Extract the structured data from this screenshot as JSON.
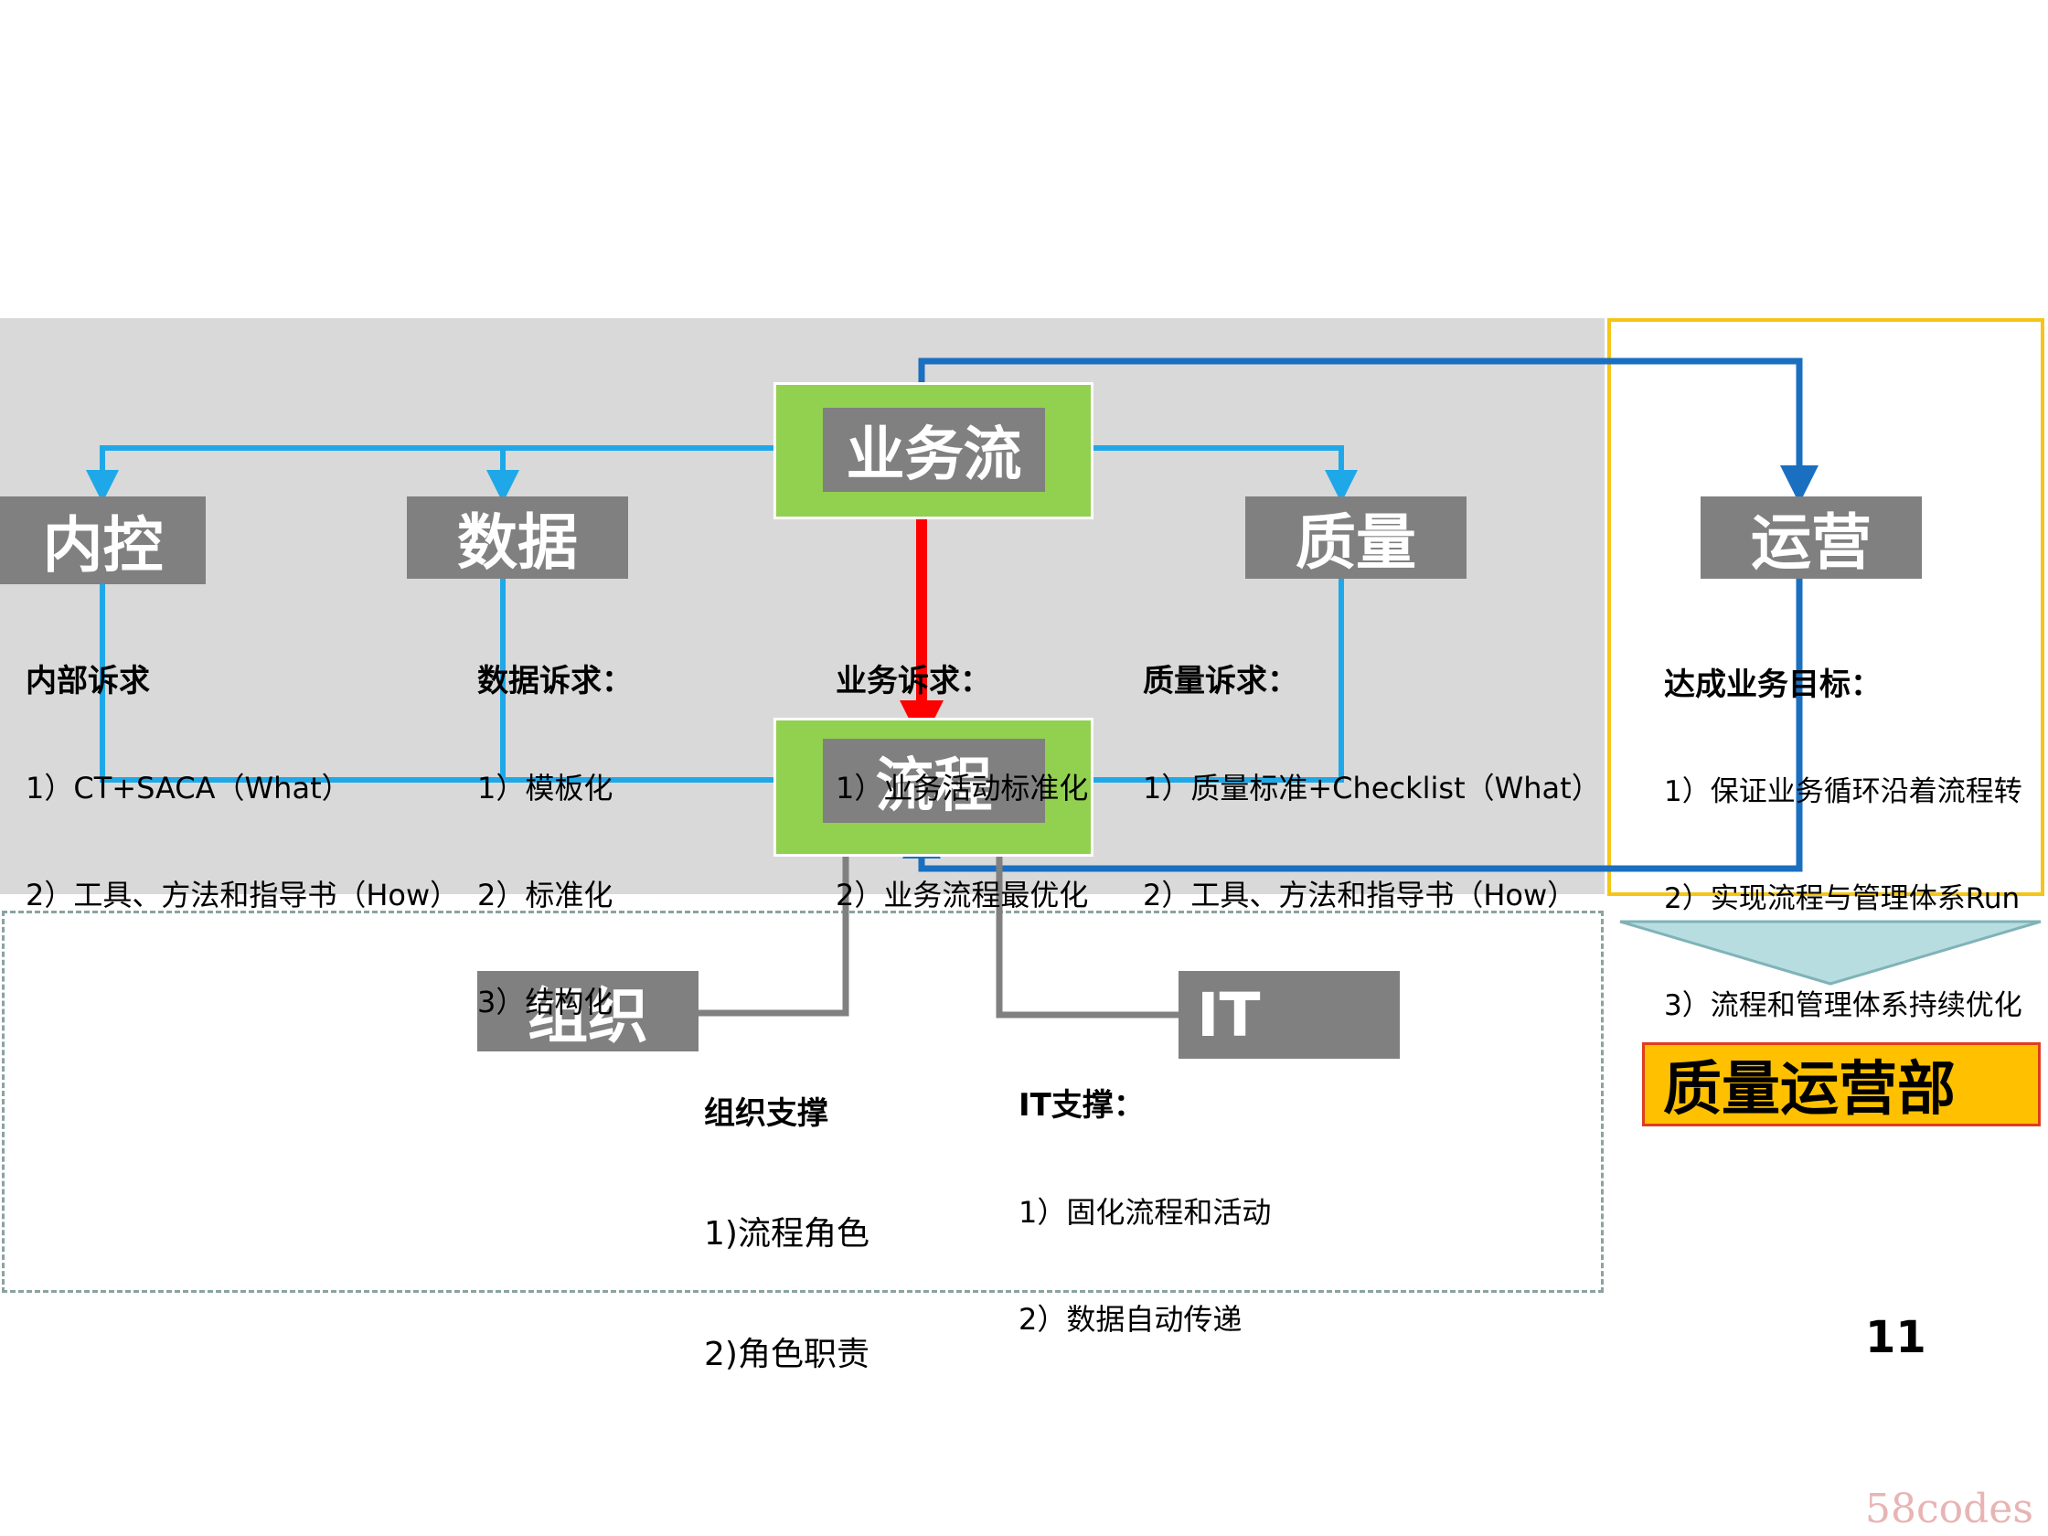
{
  "nodes": {
    "business_flow": "业务流",
    "process": "流程",
    "internal_control": "内控",
    "data": "数据",
    "quality": "质量",
    "operation": "运营",
    "organization": "组织",
    "it": "IT"
  },
  "requirements": {
    "internal": {
      "title": "内部诉求",
      "items": [
        "1）CT+SACA（What）",
        "2）工具、方法和指导书（How）"
      ]
    },
    "data": {
      "title": "数据诉求：",
      "items": [
        "1）模板化",
        "2）标准化",
        "3）结构化"
      ]
    },
    "business": {
      "title": "业务诉求：",
      "items": [
        "1）业务活动标准化",
        "2）业务流程最优化"
      ]
    },
    "quality": {
      "title": "质量诉求：",
      "items": [
        "1）质量标准+Checklist（What）",
        "2）工具、方法和指导书（How）"
      ]
    },
    "operation": {
      "title": "达成业务目标：",
      "items": [
        "1）保证业务循环沿着流程转",
        "2）实现流程与管理体系Run",
        "3）流程和管理体系持续优化"
      ]
    }
  },
  "supports": {
    "org": {
      "title": "组织支撑",
      "items": [
        "1)流程角色",
        "2)角色职责"
      ]
    },
    "it": {
      "title": "IT支撑：",
      "items": [
        "1）固化流程和活动",
        "2）数据自动传递"
      ]
    }
  },
  "department": "质量运营部",
  "page_number": "11",
  "watermark": "58codes",
  "colors": {
    "panel_gray": "#d9d9d9",
    "box_gray": "#808080",
    "green": "#92d050",
    "light_blue": "#1fa8e8",
    "dark_blue": "#1a6fc0",
    "red": "#ff0000",
    "arrow_gray": "#808080",
    "yellow_frame": "#f5c518",
    "dept_fill": "#ffc000",
    "dept_border": "#e03c1e",
    "funnel": "#b7dde0"
  }
}
